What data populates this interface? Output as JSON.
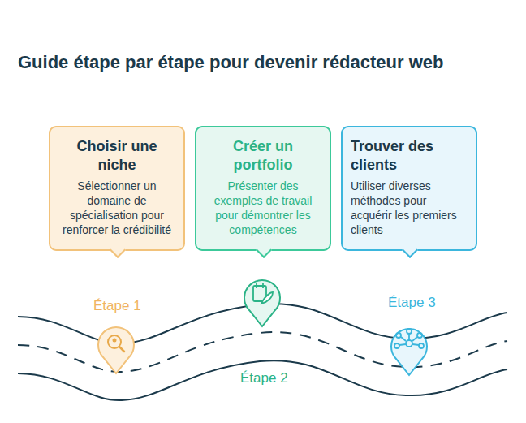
{
  "diagram": {
    "title": "Guide étape par étape pour devenir rédacteur web",
    "nodes": [
      {
        "text": [
          "Choisir une niche",
          "Sélectionner un domaine de spécialisation pour renforcer la crédibilité"
        ]
      },
      {
        "text": [
          "Créer un portfolio",
          "Présenter des exemples de travail pour démontrer les compétences"
        ]
      },
      {
        "text": [
          "Trouver des clients",
          "Utiliser diverses méthodes pour acquérir les premiers clients"
        ]
      }
    ],
    "labels": [
      "Étape 1",
      "Étape 2",
      "Étape 3"
    ]
  }
}
